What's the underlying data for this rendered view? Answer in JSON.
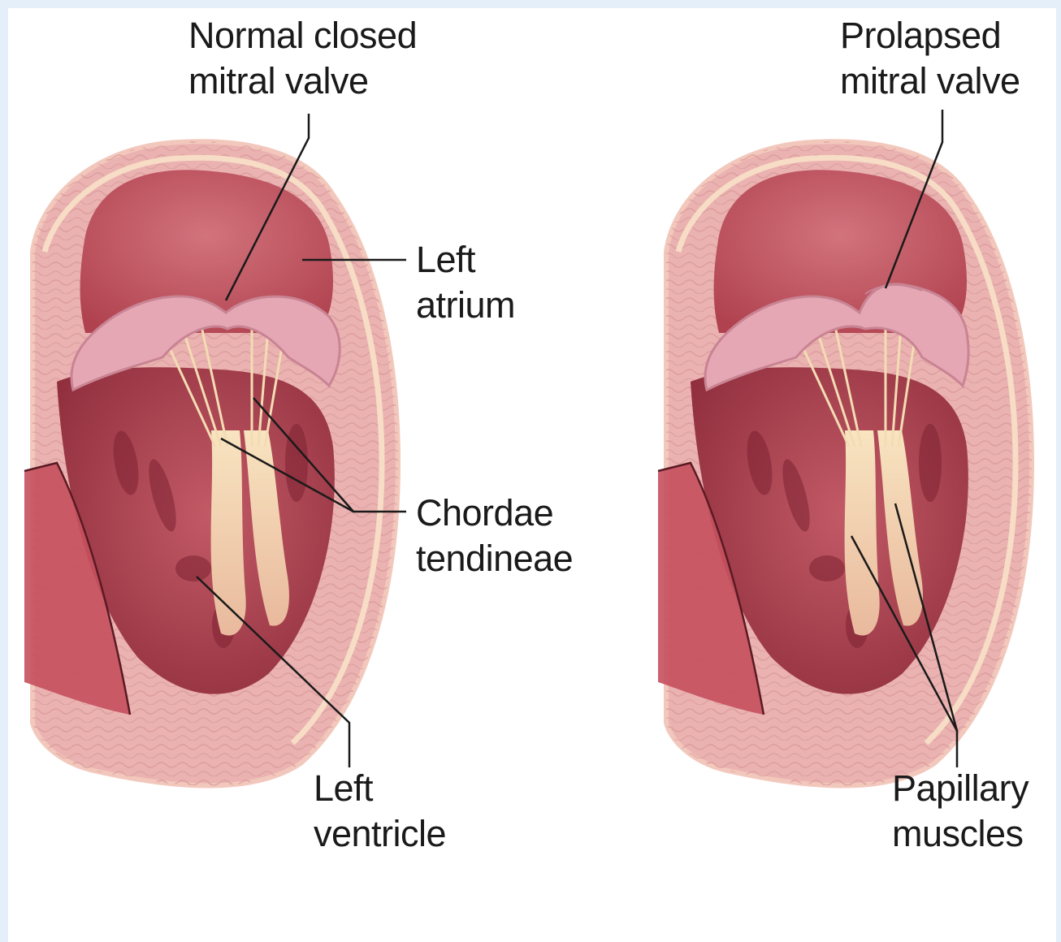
{
  "colors": {
    "frame": "#e4effa",
    "background": "#ffffff",
    "heart_wall": "#eab2b0",
    "heart_outline": "#f6d2c0",
    "atrium": "#c4525e",
    "ventricle": "#a53a48",
    "valve": "#e6a7b5",
    "chordae": "#f3dcb4",
    "leader_line": "#1a1a1a"
  },
  "labels": {
    "normal_valve": {
      "line1": "Normal closed",
      "line2": "mitral valve"
    },
    "prolapsed_valve": {
      "line1": "Prolapsed",
      "line2": "mitral valve"
    },
    "left_atrium": {
      "line1": "Left",
      "line2": "atrium"
    },
    "chordae_tendineae": {
      "line1": "Chordae",
      "line2": "tendineae"
    },
    "left_ventricle": {
      "line1": "Left",
      "line2": "ventricle"
    },
    "papillary_muscles": {
      "line1": "Papillary",
      "line2": "muscles"
    }
  }
}
